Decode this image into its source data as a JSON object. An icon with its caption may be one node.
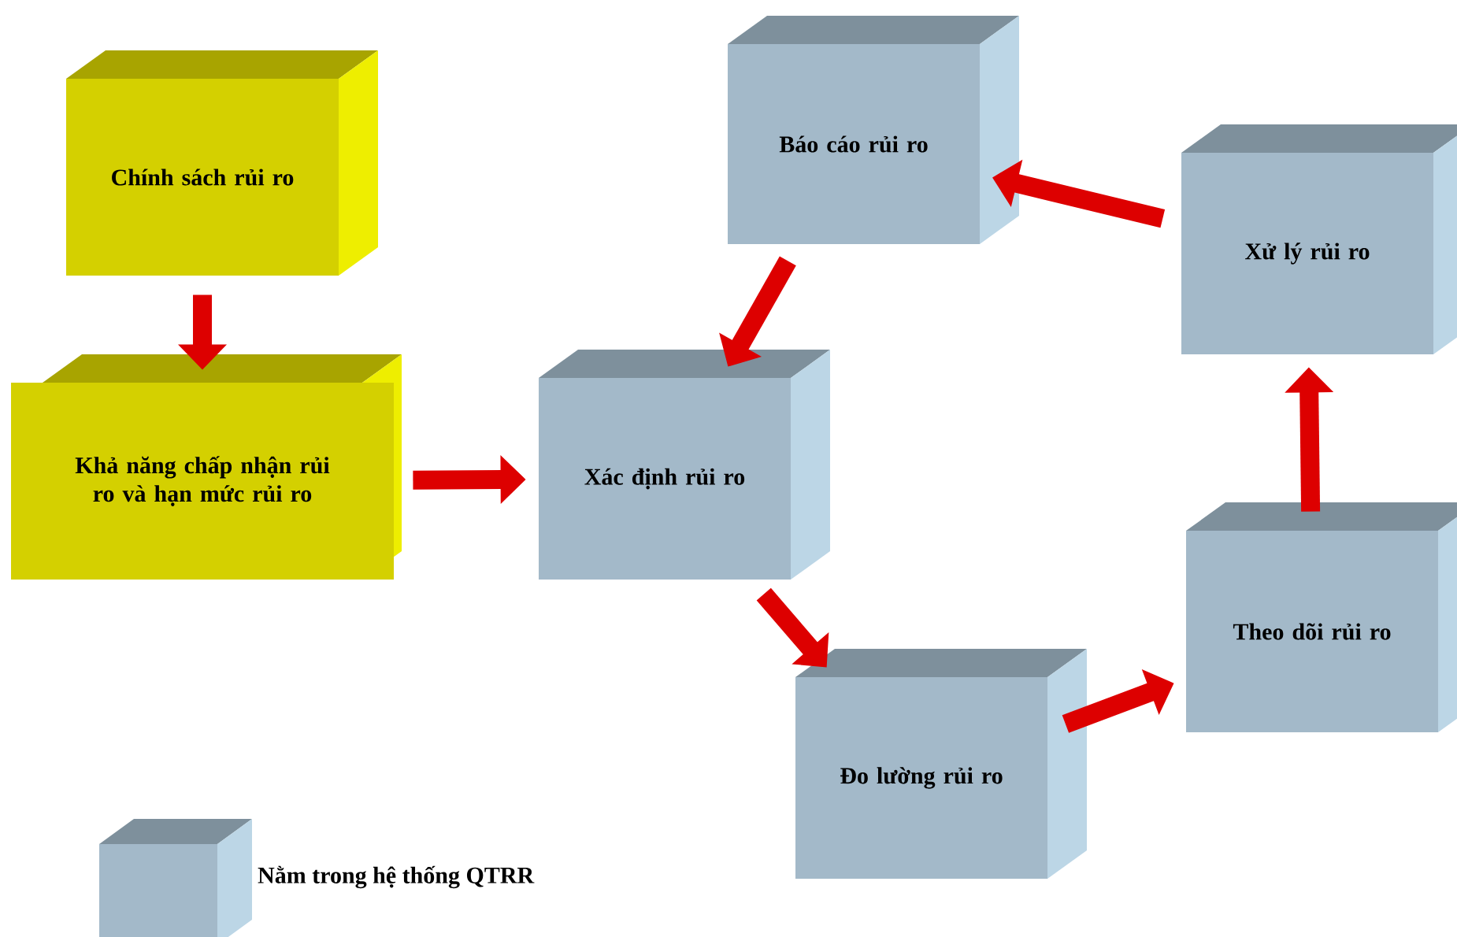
{
  "diagram": {
    "nodes": [
      {
        "text": [
          "Chính sách rủi ro"
        ]
      },
      {
        "text": [
          "Khả năng chấp nhận rủi ro và hạn mức rủi ro"
        ]
      },
      {
        "text": [
          "Báo cáo rủi ro"
        ]
      },
      {
        "text": [
          "Xử lý rủi ro"
        ]
      },
      {
        "text": [
          "Xác định rủi ro"
        ]
      },
      {
        "text": [
          "Theo dõi rủi ro"
        ]
      },
      {
        "text": [
          "Đo lường rủi ro"
        ]
      }
    ],
    "edges": [
      {
        "from": 0,
        "to": 1,
        "arrow": "to"
      },
      {
        "from": 1,
        "to": 4,
        "arrow": "to"
      },
      {
        "from": 4,
        "to": 6,
        "arrow": "to"
      },
      {
        "from": 6,
        "to": 5,
        "arrow": "to"
      },
      {
        "from": 5,
        "to": 3,
        "arrow": "to"
      },
      {
        "from": 3,
        "to": 2,
        "arrow": "to"
      },
      {
        "from": 2,
        "to": 4,
        "arrow": "to"
      }
    ],
    "legend": [
      {
        "text": "Nằm trong hệ thống QTRR",
        "color": "#a3b9c9"
      }
    ]
  }
}
